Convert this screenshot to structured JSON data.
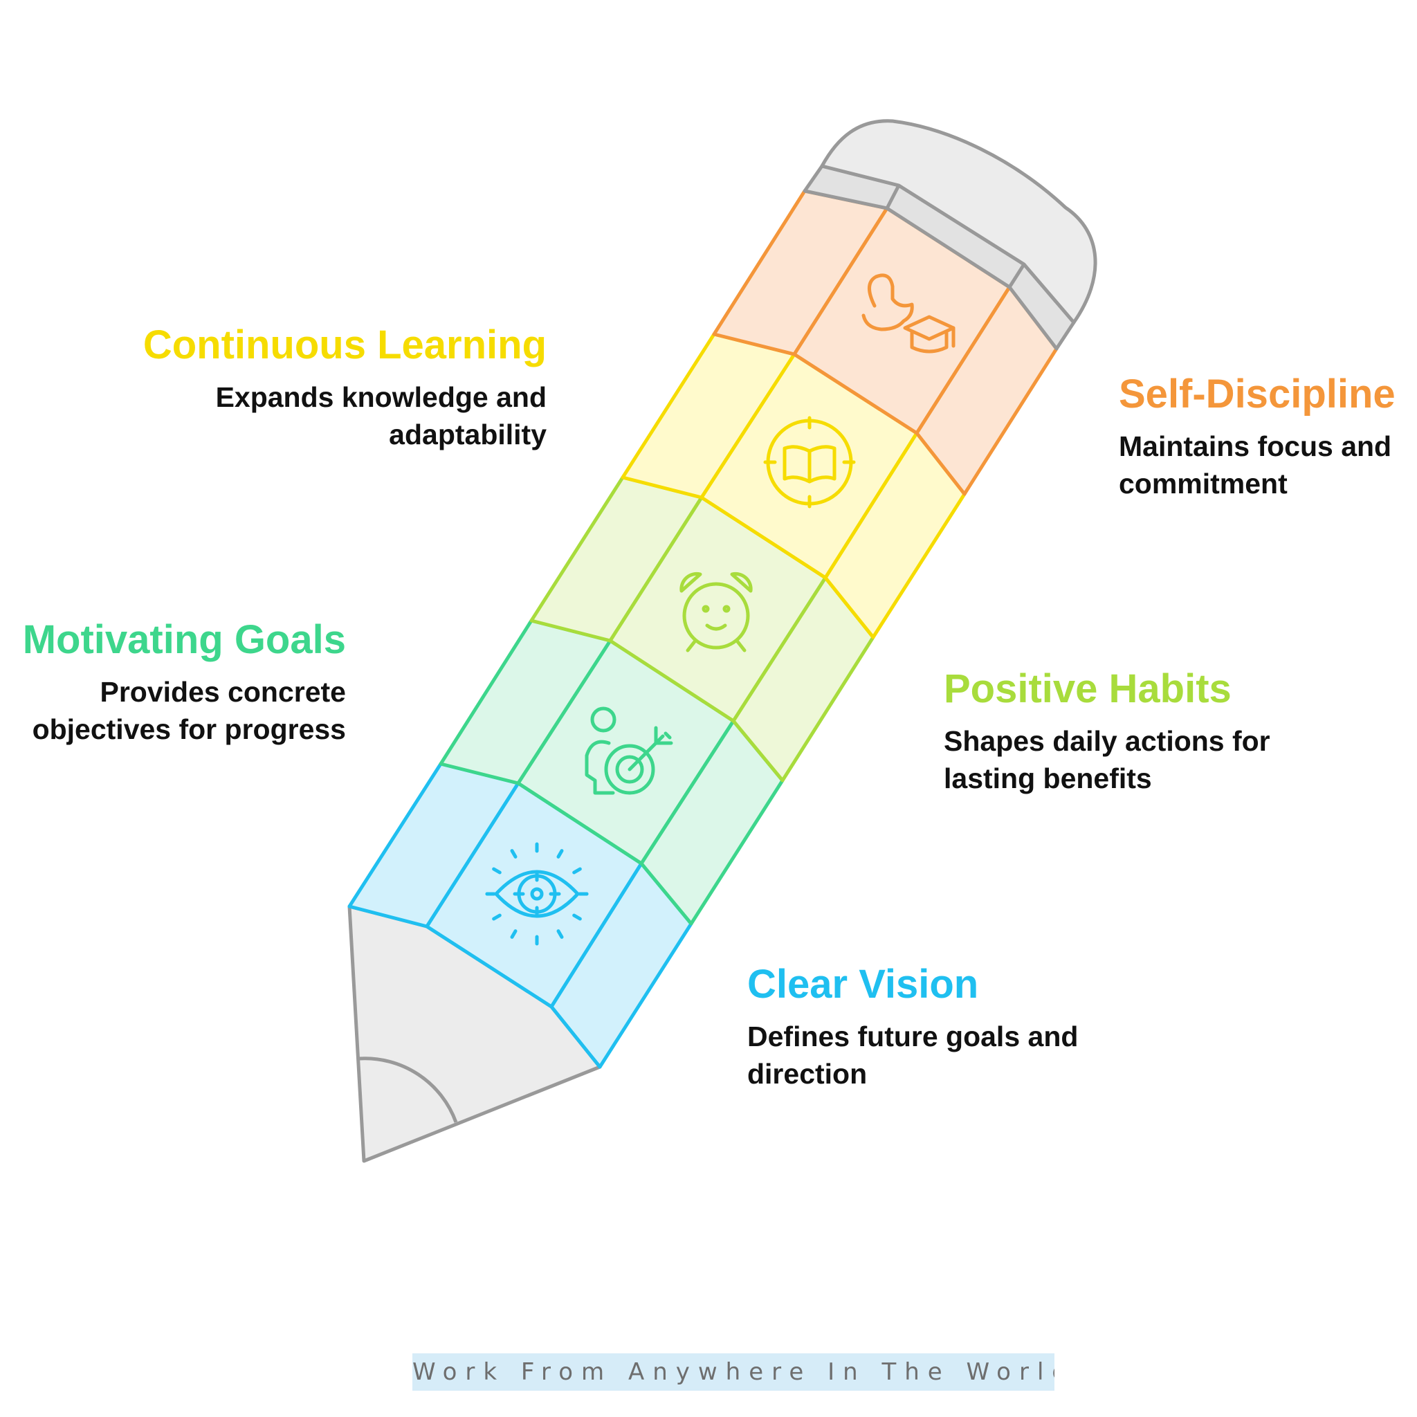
{
  "sections": [
    {
      "key": "clear-vision",
      "title": "Clear Vision",
      "description": "Defines future goals and direction",
      "color": "#1fbff0",
      "fill": "#d2f1fc",
      "icon": "eye-target-icon"
    },
    {
      "key": "motivating-goals",
      "title": "Motivating Goals",
      "description": "Provides concrete objectives for progress",
      "color": "#3dd68c",
      "fill": "#dcf7e9",
      "icon": "person-target-icon"
    },
    {
      "key": "positive-habits",
      "title": "Positive Habits",
      "description": "Shapes daily actions for lasting benefits",
      "color": "#a8dc3c",
      "fill": "#eef8d8",
      "icon": "alarm-clock-icon"
    },
    {
      "key": "continuous-learning",
      "title": "Continuous Learning",
      "description": "Expands knowledge and adaptability",
      "color": "#f6dc00",
      "fill": "#fffacc",
      "icon": "book-compass-icon"
    },
    {
      "key": "self-discipline",
      "title": "Self-Discipline",
      "description": "Maintains focus and commitment",
      "color": "#f4963a",
      "fill": "#fde5d3",
      "icon": "muscle-graduation-icon"
    }
  ],
  "pencil": {
    "outline_color": "#999999",
    "body_fill": "#ececec"
  },
  "footer": {
    "text": "Work From Anywhere In The World"
  }
}
